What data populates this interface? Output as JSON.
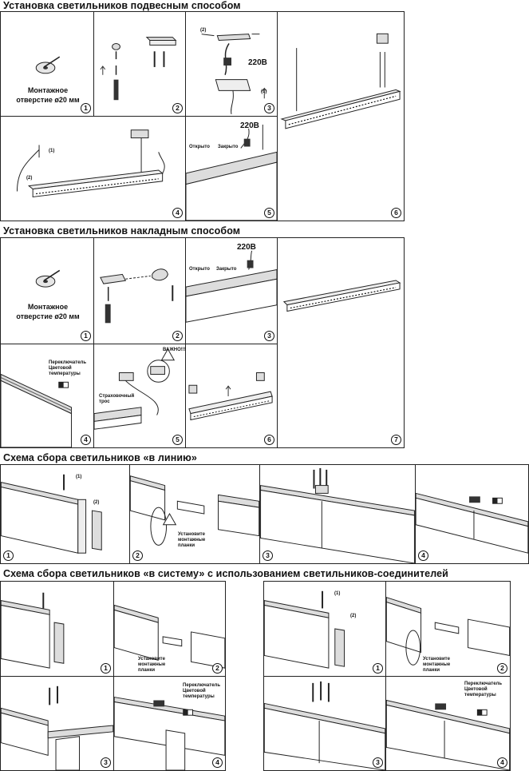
{
  "sections": {
    "pendant": {
      "title": "Установка светильников подвесным способом"
    },
    "surface": {
      "title": "Установка светильников накладным способом"
    },
    "inline": {
      "title": "Схема сбора светильников «в линию»"
    },
    "system": {
      "title": "Схема сбора светильников «в систему» с использованием светильников-соединителей"
    }
  },
  "labels": {
    "mount_hole_line1": "Монтажное",
    "mount_hole_line2": "отверстие ø20 мм",
    "voltage": "220В",
    "open": "Открыто",
    "closed": "Закрыто",
    "switch_line1": "Переключатель",
    "switch_line2": "Цветовой",
    "switch_line3": "температуры",
    "important": "ВАЖНО!!!",
    "safety_line1": "Страховочный",
    "safety_line2": "трос",
    "install_line1": "Установите",
    "install_line2": "монтажные",
    "install_line3": "планки",
    "step1": "(1)",
    "step2": "(2)"
  },
  "numbers": {
    "n1": "1",
    "n2": "2",
    "n3": "3",
    "n4": "4",
    "n5": "5",
    "n6": "6",
    "n7": "7"
  }
}
